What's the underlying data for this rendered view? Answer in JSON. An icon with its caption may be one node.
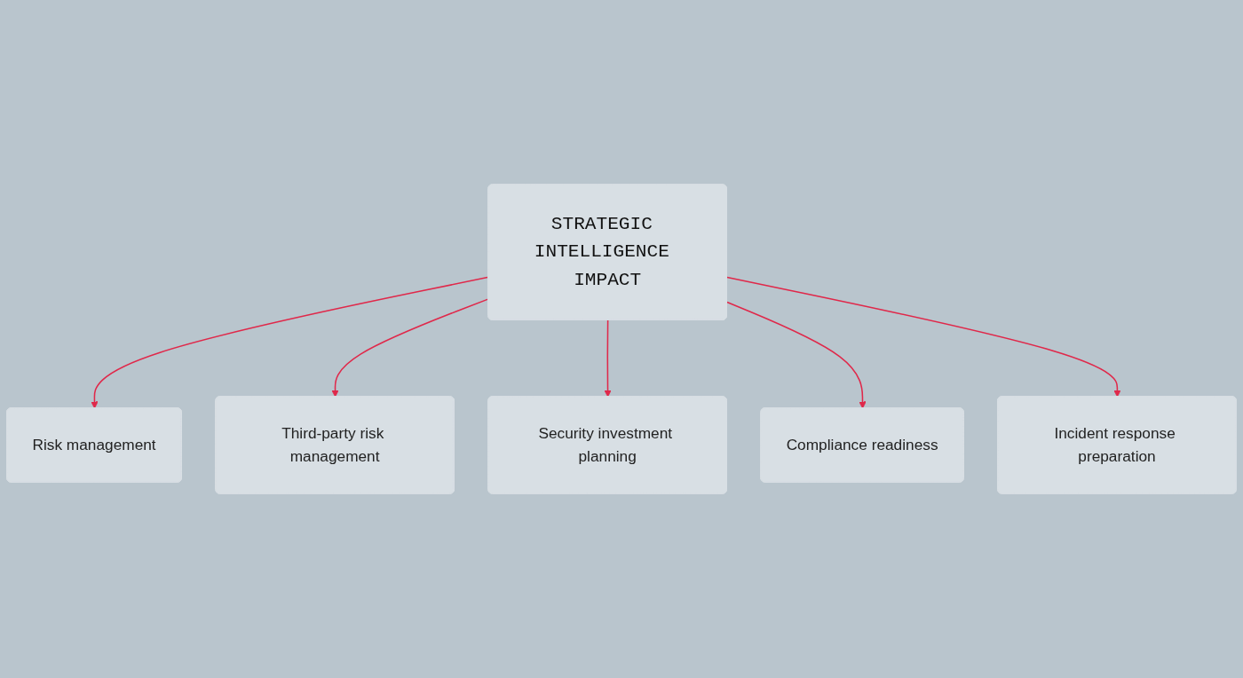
{
  "diagram": {
    "nodes": [
      {
        "text": [
          "Risk management"
        ]
      },
      {
        "text": [
          "STRATEGIC INTELLIGENCE IMPACT"
        ]
      },
      {
        "text": [
          "Third-party risk management"
        ]
      },
      {
        "text": [
          "Security investment planning"
        ]
      },
      {
        "text": [
          "Compliance readiness"
        ]
      },
      {
        "text": [
          "Incident response preparation"
        ]
      }
    ],
    "edges": [
      {
        "from": 1,
        "to": 0,
        "arrow": "to"
      },
      {
        "from": 1,
        "to": 2,
        "arrow": "to"
      },
      {
        "from": 1,
        "to": 3,
        "arrow": "to"
      },
      {
        "from": 1,
        "to": 4,
        "arrow": "to"
      },
      {
        "from": 1,
        "to": 5,
        "arrow": "to"
      }
    ]
  }
}
